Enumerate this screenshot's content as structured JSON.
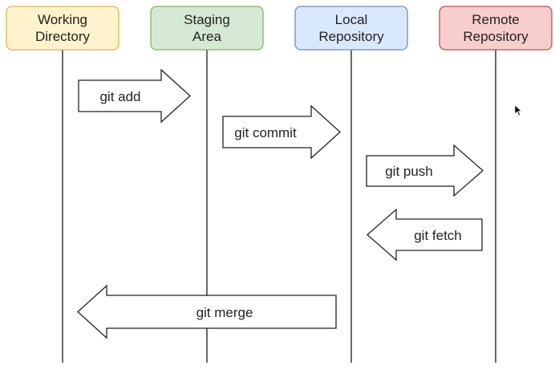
{
  "columns": [
    {
      "id": "working-directory",
      "lines": [
        "Working",
        "Directory"
      ],
      "fill": "#fff2cc",
      "stroke": "#d6b656"
    },
    {
      "id": "staging-area",
      "lines": [
        "Staging",
        "Area"
      ],
      "fill": "#d5e8d4",
      "stroke": "#82b366"
    },
    {
      "id": "local-repository",
      "lines": [
        "Local",
        "Repository"
      ],
      "fill": "#dae8fc",
      "stroke": "#6c8ebf"
    },
    {
      "id": "remote-repository",
      "lines": [
        "Remote",
        "Repository"
      ],
      "fill": "#f8cecc",
      "stroke": "#b85450"
    }
  ],
  "commands": [
    {
      "id": "git-add",
      "label": "git add",
      "from": "working-directory",
      "to": "staging-area"
    },
    {
      "id": "git-commit",
      "label": "git commit",
      "from": "staging-area",
      "to": "local-repository"
    },
    {
      "id": "git-push",
      "label": "git push",
      "from": "local-repository",
      "to": "remote-repository"
    },
    {
      "id": "git-fetch",
      "label": "git fetch",
      "from": "remote-repository",
      "to": "local-repository"
    },
    {
      "id": "git-merge",
      "label": "git merge",
      "from": "local-repository",
      "to": "working-directory"
    }
  ]
}
